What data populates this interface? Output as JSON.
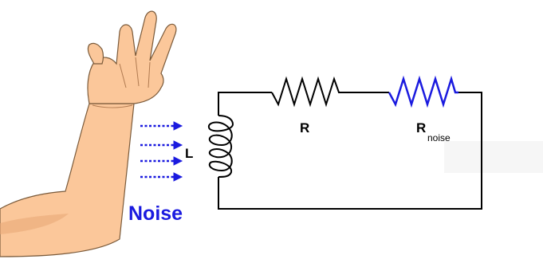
{
  "labels": {
    "inductor": "L",
    "resistor": "R",
    "noise_resistor_main": "R",
    "noise_resistor_sub": "noise",
    "noise_caption": "Noise"
  },
  "colors": {
    "wire": "#000000",
    "noise_blue": "#1a1adf",
    "skin": "#fbc79a",
    "skin_outline": "#7a5a3a",
    "skin_shadow": "#e9a878",
    "background": "#ffffff",
    "faint_rect": "#f6f6f6"
  },
  "icons": {
    "hand": "raised-hand-arm-icon",
    "arrow": "dotted-arrow-icon"
  }
}
